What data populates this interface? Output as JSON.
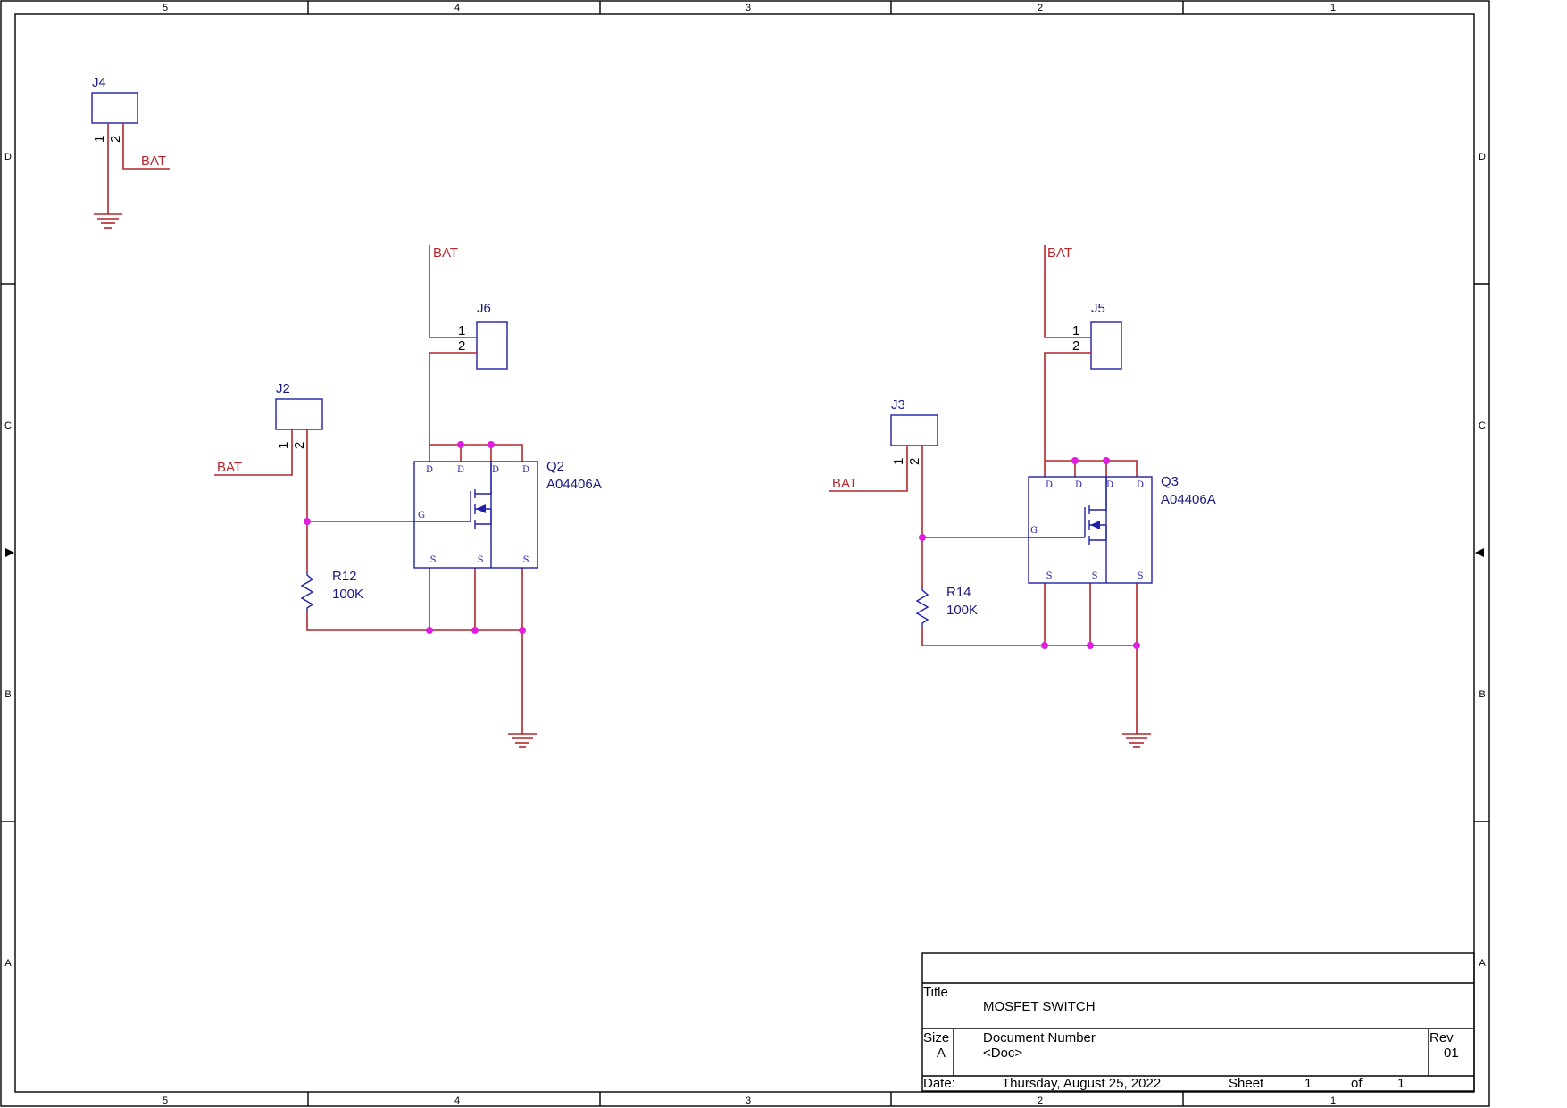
{
  "frame": {
    "columns": [
      "5",
      "4",
      "3",
      "2",
      "1"
    ],
    "rows": [
      "D",
      "C",
      "B",
      "A"
    ]
  },
  "components": {
    "j4": {
      "ref": "J4",
      "pin1": "1",
      "pin2": "2",
      "net": "BAT"
    },
    "j2": {
      "ref": "J2",
      "pin1": "1",
      "pin2": "2",
      "net": "BAT"
    },
    "j6": {
      "ref": "J6",
      "pin1": "1",
      "pin2": "2",
      "net": "BAT"
    },
    "q2": {
      "ref": "Q2",
      "value": "A04406A",
      "d": "D",
      "g": "G",
      "s": "S"
    },
    "r12": {
      "ref": "R12",
      "value": "100K"
    },
    "j3": {
      "ref": "J3",
      "pin1": "1",
      "pin2": "2",
      "net": "BAT"
    },
    "j5": {
      "ref": "J5",
      "pin1": "1",
      "pin2": "2",
      "net": "BAT"
    },
    "q3": {
      "ref": "Q3",
      "value": "A04406A",
      "d": "D",
      "g": "G",
      "s": "S"
    },
    "r14": {
      "ref": "R14",
      "value": "100K"
    }
  },
  "title_block": {
    "title_label": "Title",
    "title": "MOSFET SWITCH",
    "size_label": "Size",
    "size": "A",
    "docnum_label": "Document Number",
    "docnum": "<Doc>",
    "rev_label": "Rev",
    "rev": "01",
    "date_label": "Date:",
    "date": "Thursday, August 25, 2022",
    "sheet_label": "Sheet",
    "sheet": "1",
    "of_label": "of",
    "sheet_total": "1"
  },
  "colors": {
    "wire": "#b3262b",
    "part": "#2020a8",
    "junction": "#e01ee0"
  }
}
